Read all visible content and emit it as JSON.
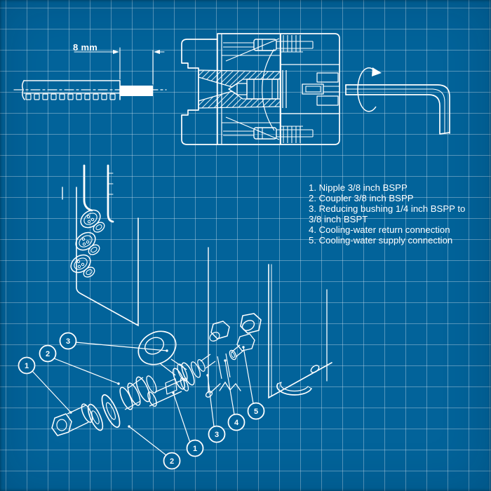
{
  "colors": {
    "background": "#02639A",
    "grid_line": "#6FA0BF",
    "line_art": "#FFFFFF"
  },
  "dimension": {
    "label": "8 mm"
  },
  "parts_list": {
    "items": [
      "1. Nipple 3/8 inch BSPP",
      "2. Coupler 3/8 inch BSPP",
      "3. Reducing bushing 1/4 inch BSPP to 3/8 inch BSPT",
      "4. Cooling-water return connection",
      "5. Cooling-water supply connection"
    ]
  },
  "callouts": {
    "upper_left": [
      {
        "label": "1"
      },
      {
        "label": "2"
      },
      {
        "label": "3"
      }
    ],
    "lower_right": [
      {
        "label": "2"
      },
      {
        "label": "1"
      },
      {
        "label": "3"
      },
      {
        "label": "4"
      },
      {
        "label": "5"
      }
    ]
  }
}
